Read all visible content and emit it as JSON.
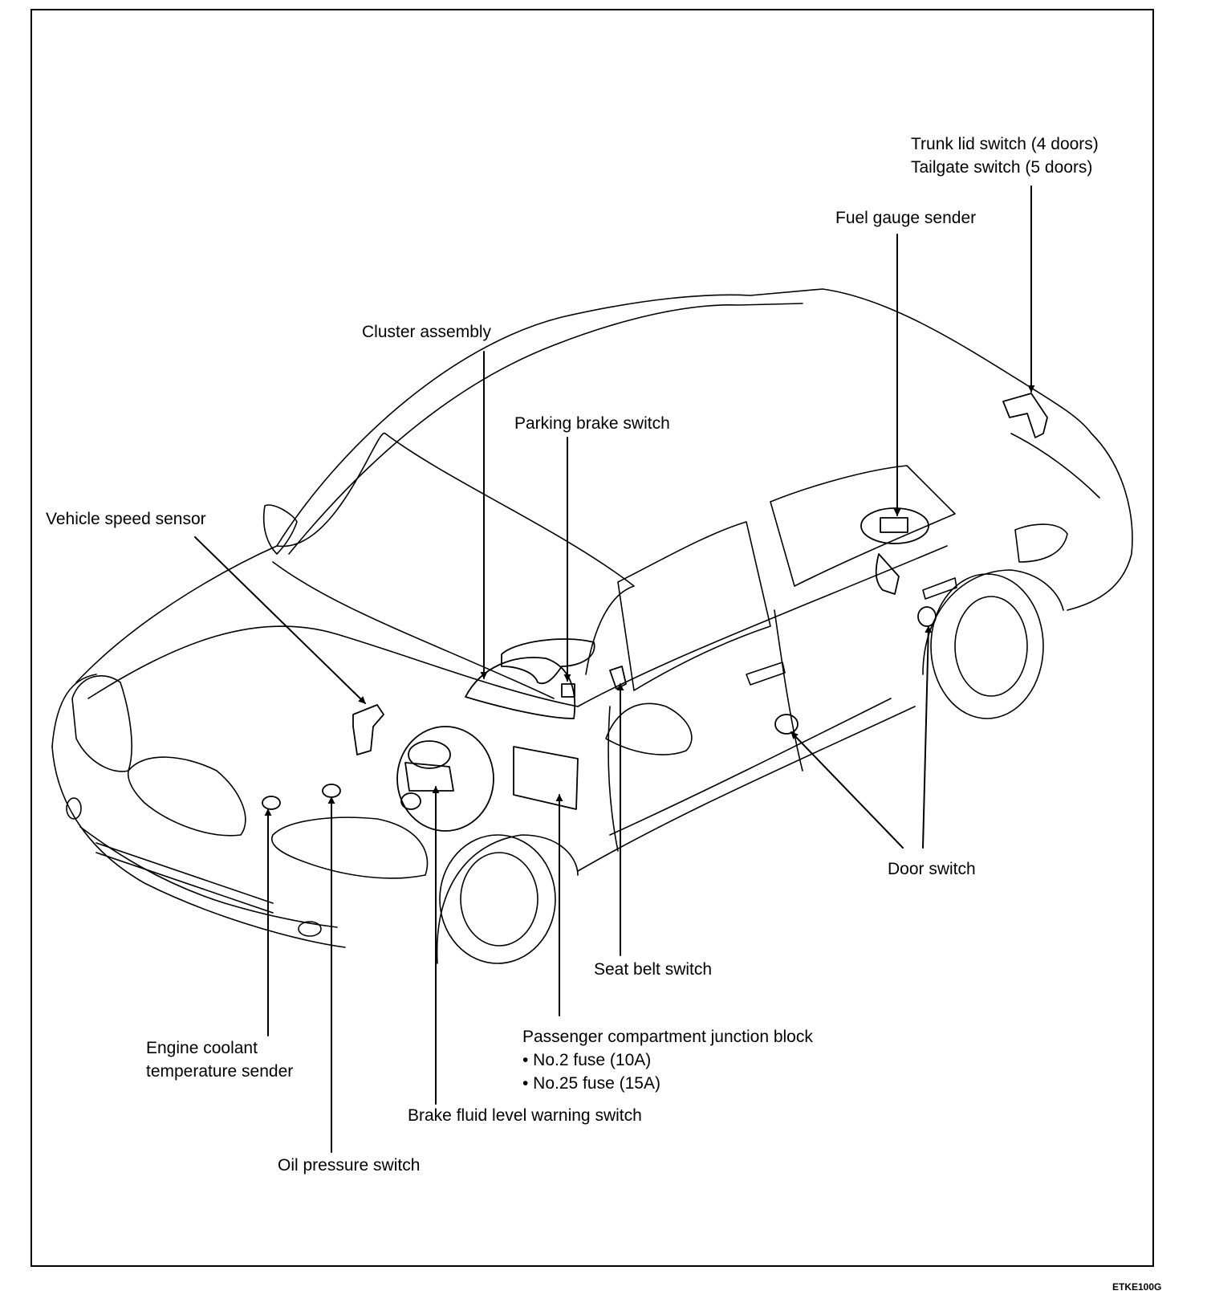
{
  "diagram": {
    "labels": {
      "trunk_lid_switch": "Trunk lid switch (4 doors)",
      "tailgate_switch": "Tailgate switch (5 doors)",
      "fuel_gauge_sender": "Fuel gauge sender",
      "cluster_assembly": "Cluster assembly",
      "parking_brake_switch": "Parking brake switch",
      "vehicle_speed_sensor": "Vehicle speed sensor",
      "door_switch": "Door switch",
      "seat_belt_switch": "Seat belt switch",
      "junction_block": "Passenger compartment junction block",
      "fuse_no2": "• No.2 fuse (10A)",
      "fuse_no25": "• No.25 fuse (15A)",
      "brake_fluid_switch": "Brake fluid level warning switch",
      "engine_coolant_line1": "Engine coolant",
      "engine_coolant_line2": "temperature sender",
      "oil_pressure_switch": "Oil pressure switch"
    },
    "figure_code": "ETKE100G"
  }
}
